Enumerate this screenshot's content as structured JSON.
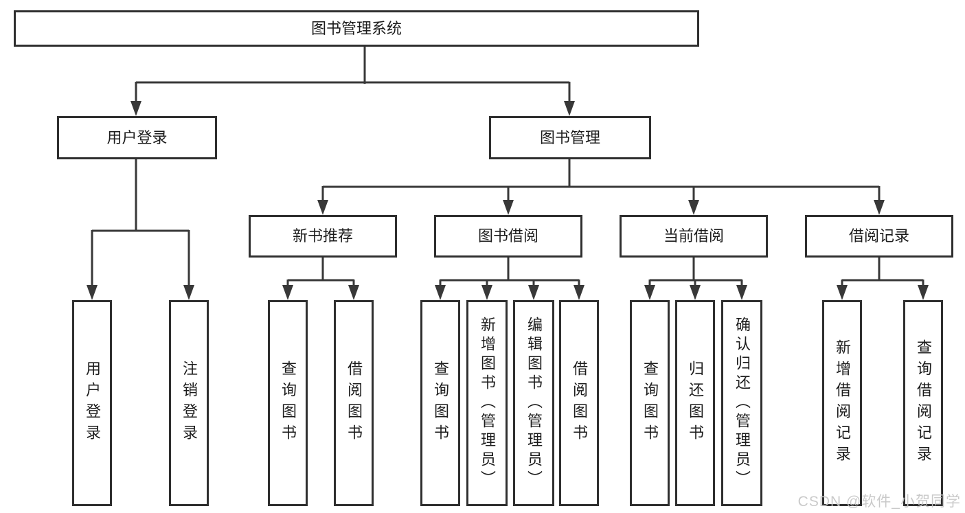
{
  "diagram_type": "hierarchy-tree",
  "tree": {
    "label": "图书管理系统",
    "children": [
      {
        "label": "用户登录",
        "children": [
          {
            "label": "用户登录"
          },
          {
            "label": "注销登录"
          }
        ]
      },
      {
        "label": "图书管理",
        "children": [
          {
            "label": "新书推荐",
            "children": [
              {
                "label": "查询图书"
              },
              {
                "label": "借阅图书"
              }
            ]
          },
          {
            "label": "图书借阅",
            "children": [
              {
                "label": "查询图书"
              },
              {
                "label": "新增图书（管理员）"
              },
              {
                "label": "编辑图书（管理员）"
              },
              {
                "label": "借阅图书"
              }
            ]
          },
          {
            "label": "当前借阅",
            "children": [
              {
                "label": "查询图书"
              },
              {
                "label": "归还图书"
              },
              {
                "label": "确认归还（管理员）"
              }
            ]
          },
          {
            "label": "借阅记录",
            "children": [
              {
                "label": "新增借阅记录"
              },
              {
                "label": "查询借阅记录"
              }
            ]
          }
        ]
      }
    ]
  },
  "watermark": "CSDN @软件_小贺同学",
  "colors": {
    "background": "#ffffff",
    "line": "#383838",
    "box_border": "#2f2f2f",
    "text": "#1c1c1c",
    "watermark": "#c6c6c6"
  }
}
